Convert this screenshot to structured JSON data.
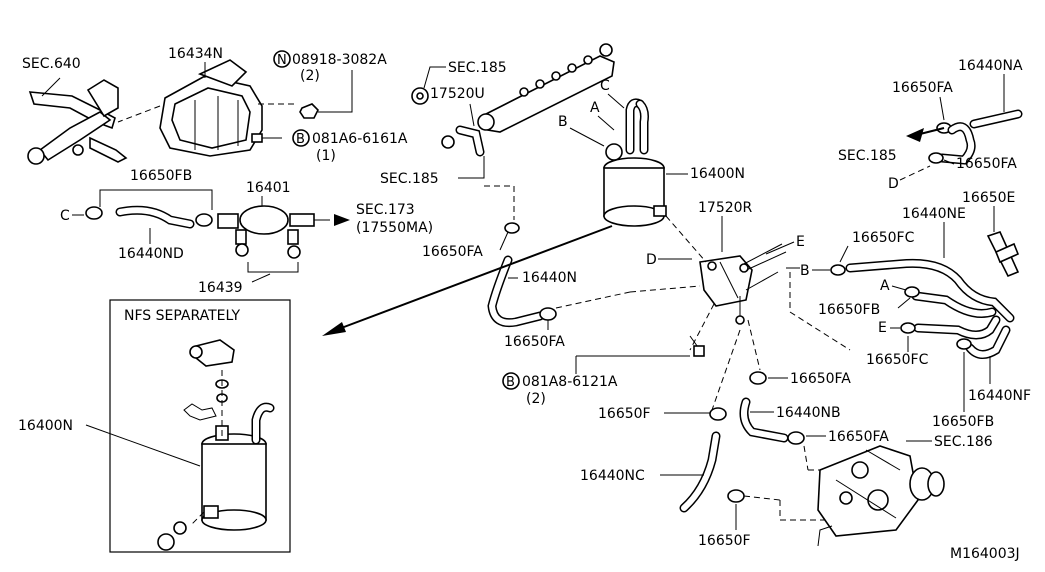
{
  "labels": {
    "sec640": "SEC.640",
    "p16434N": "16434N",
    "circN": "N",
    "p08918": "08918-3082A",
    "q2a": "(2)",
    "circB1": "B",
    "p081A6": "081A6-6161A",
    "q1": "(1)",
    "sec185a": "SEC.185",
    "p17520U": "17520U",
    "sec185b": "SEC.185",
    "p16650FB_top": "16650FB",
    "p16401": "16401",
    "C_left": "C",
    "p16440ND": "16440ND",
    "sec173": "SEC.173",
    "p17550MA": "(17550MA)",
    "p16439": "16439",
    "p16650FA_a": "16650FA",
    "p16440N": "16440N",
    "p16650FA_b": "16650FA",
    "C_mid": "C",
    "A_mid": "A",
    "B_mid": "B",
    "p16400N": "16400N",
    "p17520R": "17520R",
    "D_mid": "D",
    "E_mid": "E",
    "circB2": "B",
    "p081A8": "081A8-6121A",
    "q2b": "(2)",
    "p16650FA_c": "16650FA",
    "p16650F_a": "16650F",
    "p16440NB": "16440NB",
    "p16650FA_d": "16650FA",
    "sec186": "SEC.186",
    "p16440NC": "16440NC",
    "p16650F_b": "16650F",
    "p16440NA": "16440NA",
    "p16650FA_e": "16650FA",
    "sec185c": "SEC.185",
    "p16650FA_f": "16650FA",
    "D_right": "D",
    "p16650E": "16650E",
    "p16440NE": "16440NE",
    "p16650FC_a": "16650FC",
    "B_right": "B",
    "A_right": "A",
    "p16650FB_r": "16650FB",
    "E_right": "E",
    "p16650FC_b": "16650FC",
    "p16440NF": "16440NF",
    "p16650FB_r2": "16650FB",
    "nfs": "NFS SEPARATELY",
    "p16400N_box": "16400N",
    "code": "M164003J"
  }
}
